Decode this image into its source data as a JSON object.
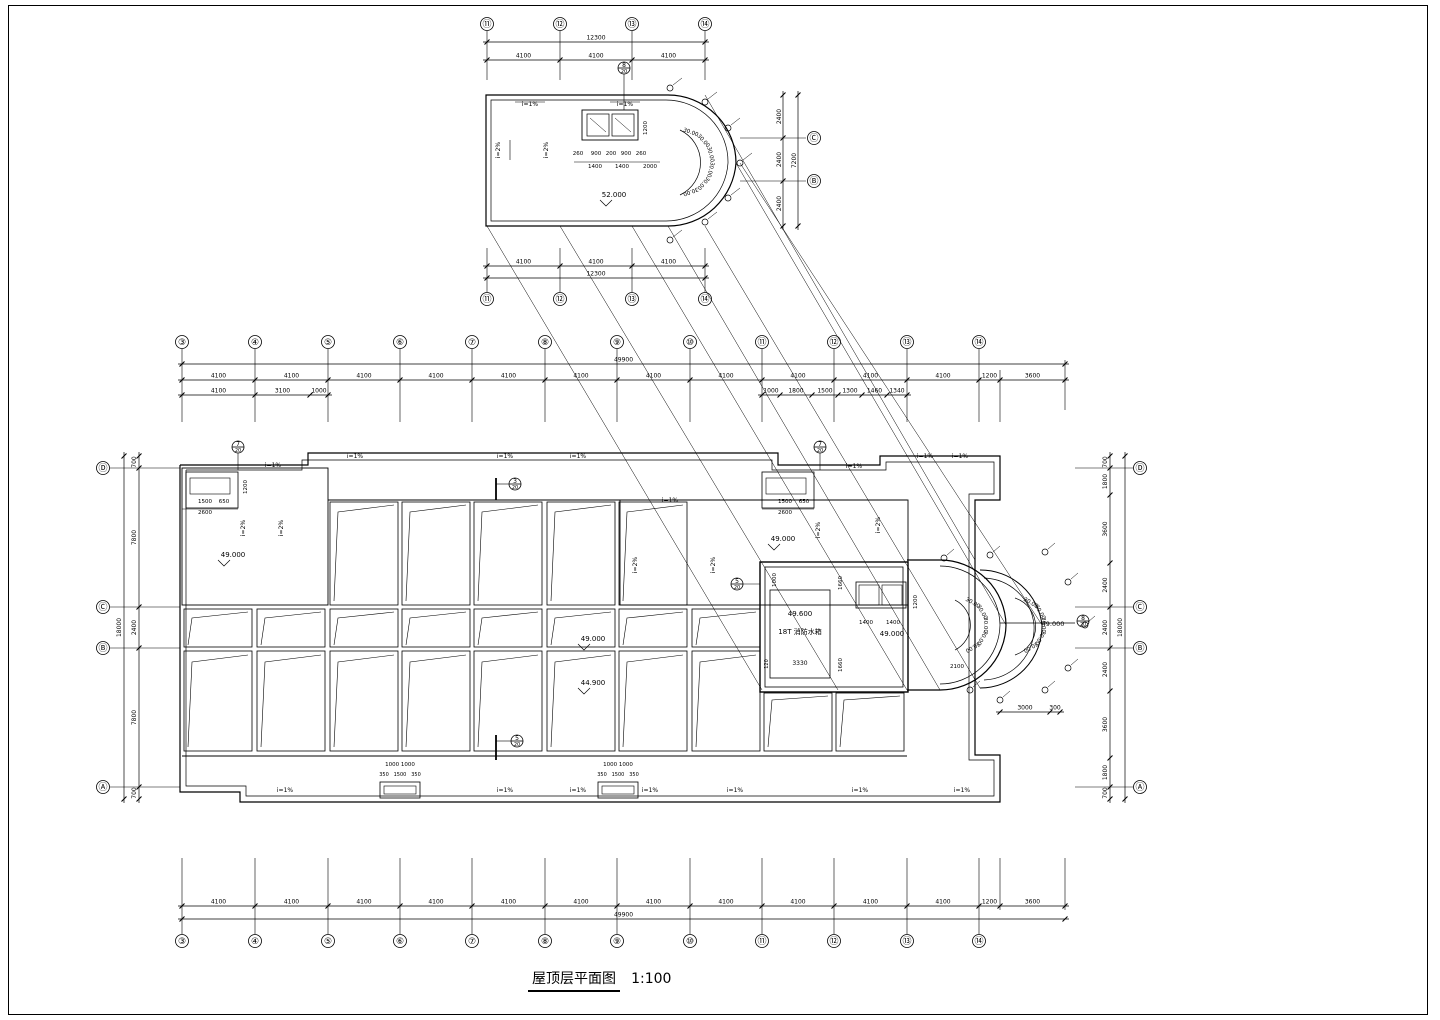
{
  "drawing": {
    "title": "屋顶层平面图",
    "scale": "1:100",
    "colors": {
      "ink": "#000000",
      "paper": "#ffffff"
    }
  },
  "upper_plan": {
    "axes": [
      "⑪",
      "⑫",
      "⑬",
      "⑭"
    ],
    "top_dims": {
      "total": "12300",
      "spans": [
        "4100",
        "4100",
        "4100"
      ]
    },
    "bottom_dims": {
      "total": "12300",
      "spans": [
        "4100",
        "4100",
        "4100"
      ]
    },
    "right_axes": [
      "Ⓒ",
      "Ⓑ"
    ],
    "right_dims": {
      "total": "7200",
      "spans": [
        "2400",
        "2400",
        "2400"
      ]
    },
    "tank_dims": [
      "260",
      "900",
      "200",
      "900",
      "260",
      "1400",
      "1400",
      "2000",
      "1200"
    ],
    "slopes": [
      "i=1%",
      "i=1%",
      "i=2%",
      "i=2%"
    ],
    "elevation": "52.000",
    "arc_labels": [
      "30.00",
      "30.00",
      "30.00",
      "30.00",
      "30.00",
      "30.00"
    ],
    "detail_mark": {
      "num": "8",
      "sheet": "20"
    }
  },
  "main_plan": {
    "top_axes": [
      "③",
      "④",
      "⑤",
      "⑥",
      "⑦",
      "⑧",
      "⑨",
      "⑩",
      "⑪",
      "⑫",
      "⑬",
      "⑭"
    ],
    "bottom_axes": [
      "③",
      "④",
      "⑤",
      "⑥",
      "⑦",
      "⑧",
      "⑨",
      "⑩",
      "⑪",
      "⑫",
      "⑬",
      "⑭"
    ],
    "overall": "49900",
    "top_row1": [
      "4100",
      "4100",
      "4100",
      "4100",
      "4100",
      "4100",
      "4100",
      "4100",
      "4100",
      "4100",
      "4100",
      "1200",
      "3600"
    ],
    "top_row2_left": [
      "4100",
      "3100",
      "1000"
    ],
    "top_row2_right": [
      "1000",
      "1800",
      "1500",
      "1300",
      "1460",
      "1340"
    ],
    "bottom_row": [
      "4100",
      "4100",
      "4100",
      "4100",
      "4100",
      "4100",
      "4100",
      "4100",
      "4100",
      "4100",
      "4100",
      "1200",
      "3600"
    ],
    "left_axes": [
      "Ⓓ",
      "Ⓒ",
      "Ⓑ",
      "Ⓐ"
    ],
    "right_axes": [
      "Ⓓ",
      "Ⓒ",
      "Ⓑ",
      "Ⓐ"
    ],
    "left_dims": {
      "total": "18000",
      "spans": [
        "700",
        "7800",
        "2400",
        "7800",
        "700"
      ]
    },
    "right_dims": {
      "total": "18000",
      "spans": [
        "700",
        "1800",
        "3600",
        "2400",
        "2400",
        "2400",
        "3600",
        "1800",
        "700"
      ]
    },
    "elevations": [
      "49.000",
      "49.000",
      "49.000",
      "44.900",
      "49.600",
      "49.000"
    ],
    "slopes": [
      "i=1%",
      "i=2%",
      "i=2%",
      "i=2%",
      "i=2%",
      "i=2%",
      "i=2%",
      "i=1%"
    ],
    "tank_label": "18T 消防水箱",
    "tank_dims": [
      "1000",
      "3330",
      "1660",
      "1660",
      "1400",
      "1400",
      "1200",
      "2100",
      "120"
    ],
    "opening_dims_left": [
      "1500",
      "650",
      "2600",
      "1200"
    ],
    "opening_dims_right": [
      "1500",
      "650",
      "2600"
    ],
    "scupper_dims": [
      "1000",
      "1000",
      "350",
      "1500",
      "350"
    ],
    "arc_dims": [
      "3000",
      "300"
    ],
    "detail_marks": [
      {
        "num": "7",
        "sheet": "20"
      },
      {
        "num": "7",
        "sheet": "20"
      },
      {
        "num": "3",
        "sheet": "20"
      },
      {
        "num": "5",
        "sheet": "20"
      },
      {
        "num": "5",
        "sheet": "20"
      },
      {
        "num": "8",
        "sheet": "20"
      }
    ]
  }
}
